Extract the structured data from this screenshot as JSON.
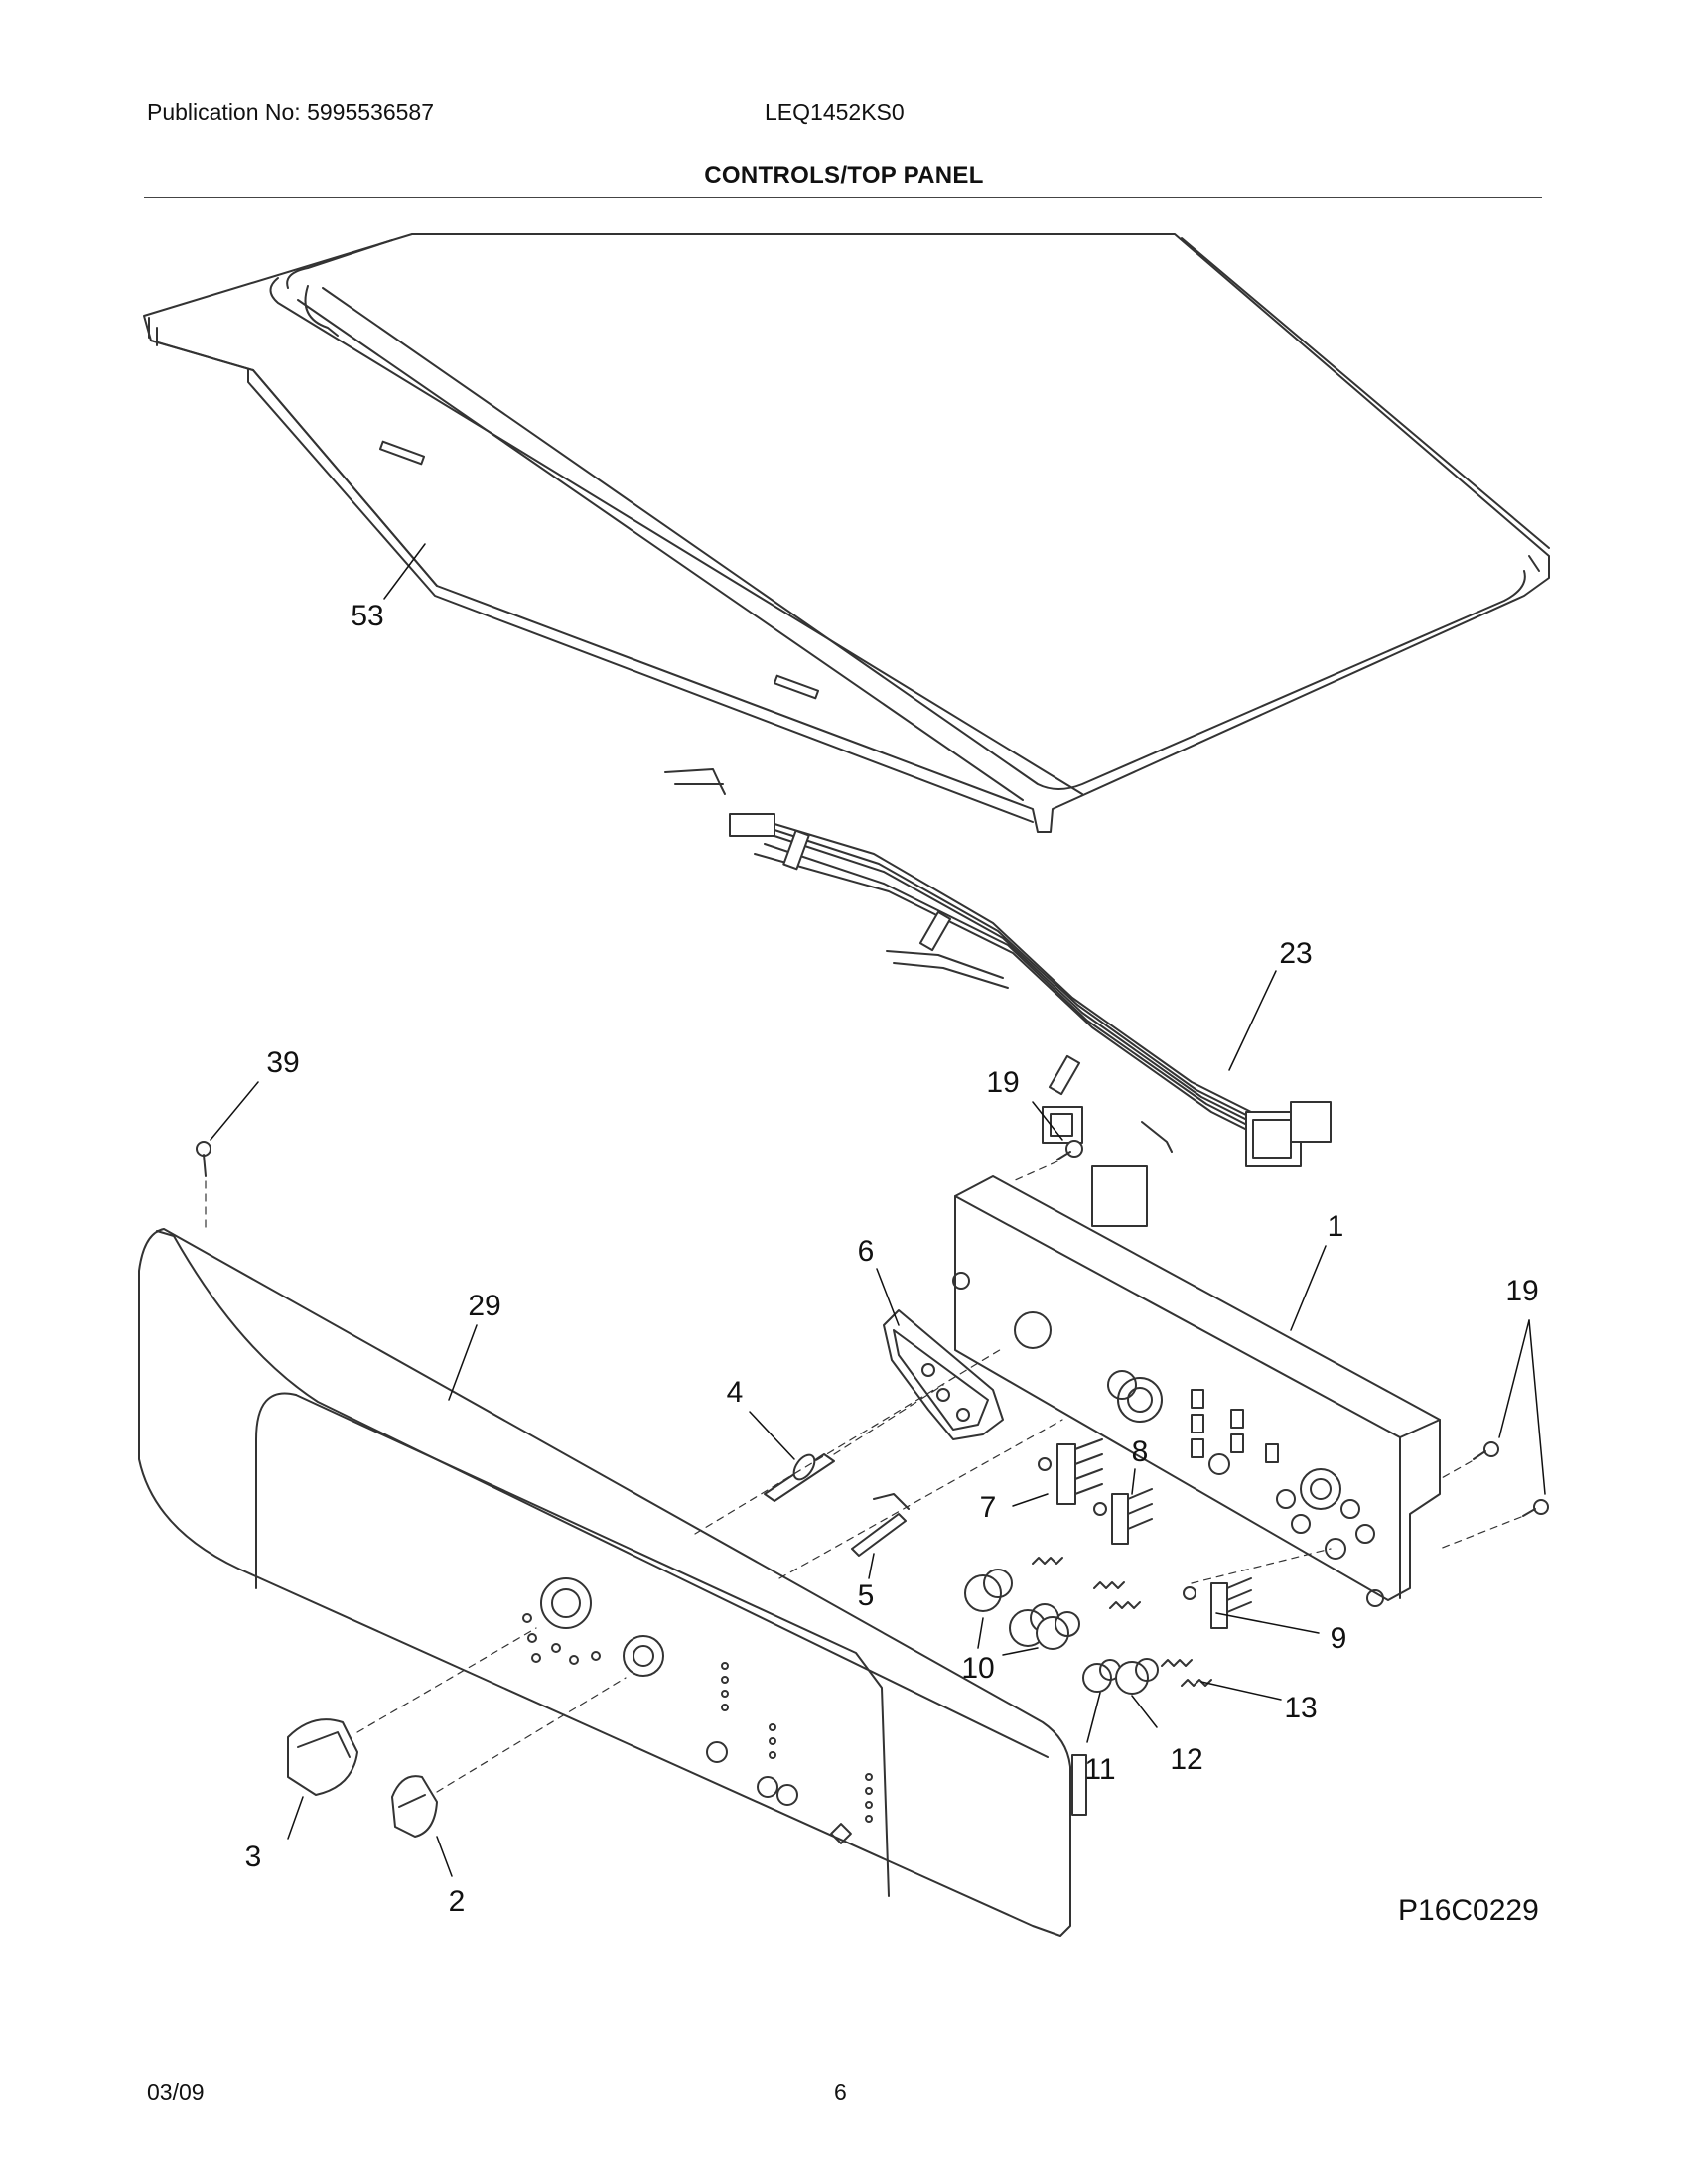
{
  "header": {
    "publication": "Publication No: 5995536587",
    "model": "LEQ1452KS0"
  },
  "title": "CONTROLS/TOP PANEL",
  "figure_id": "P16C0229",
  "footer": {
    "date": "03/09",
    "page": "6"
  },
  "callouts": [
    "53",
    "23",
    "39",
    "19",
    "1",
    "6",
    "29",
    "19",
    "4",
    "7",
    "8",
    "5",
    "10",
    "9",
    "13",
    "11",
    "12",
    "3",
    "2"
  ]
}
